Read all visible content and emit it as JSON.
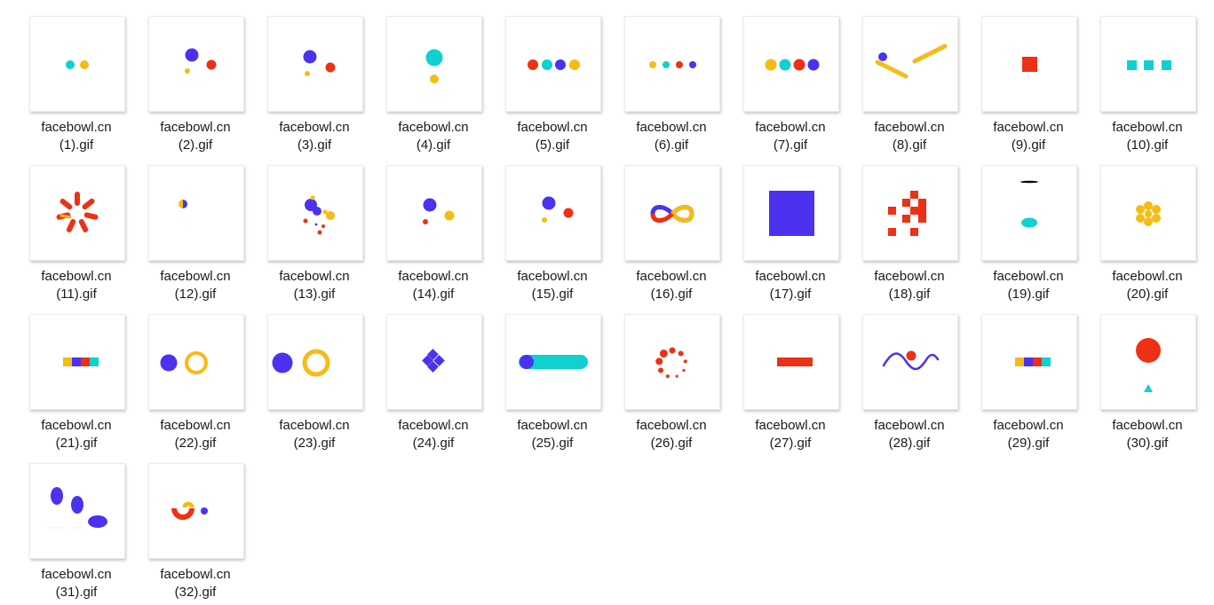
{
  "colors": {
    "blue": "#4a32f0",
    "red": "#ee3014",
    "yellow": "#f6bb14",
    "teal": "#10d0d0",
    "dark": "#000000"
  },
  "files": [
    {
      "name": "facebowl.cn",
      "suffix": "(1).gif",
      "icon": "two-dots-icon"
    },
    {
      "name": "facebowl.cn",
      "suffix": "(2).gif",
      "icon": "three-dots-icon"
    },
    {
      "name": "facebowl.cn",
      "suffix": "(3).gif",
      "icon": "three-dots-icon"
    },
    {
      "name": "facebowl.cn",
      "suffix": "(4).gif",
      "icon": "bouncing-ball-icon"
    },
    {
      "name": "facebowl.cn",
      "suffix": "(5).gif",
      "icon": "four-dots-icon"
    },
    {
      "name": "facebowl.cn",
      "suffix": "(6).gif",
      "icon": "four-small-dots-icon"
    },
    {
      "name": "facebowl.cn",
      "suffix": "(7).gif",
      "icon": "four-dots-icon"
    },
    {
      "name": "facebowl.cn",
      "suffix": "(8).gif",
      "icon": "seesaw-icon"
    },
    {
      "name": "facebowl.cn",
      "suffix": "(9).gif",
      "icon": "square-icon"
    },
    {
      "name": "facebowl.cn",
      "suffix": "(10).gif",
      "icon": "three-squares-icon"
    },
    {
      "name": "facebowl.cn",
      "suffix": "(11).gif",
      "icon": "spinner-icon"
    },
    {
      "name": "facebowl.cn",
      "suffix": "(12).gif",
      "icon": "split-dot-icon"
    },
    {
      "name": "facebowl.cn",
      "suffix": "(13).gif",
      "icon": "scatter-dots-icon"
    },
    {
      "name": "facebowl.cn",
      "suffix": "(14).gif",
      "icon": "three-dots-icon"
    },
    {
      "name": "facebowl.cn",
      "suffix": "(15).gif",
      "icon": "three-dots-icon"
    },
    {
      "name": "facebowl.cn",
      "suffix": "(16).gif",
      "icon": "infinity-icon"
    },
    {
      "name": "facebowl.cn",
      "suffix": "(17).gif",
      "icon": "big-square-icon"
    },
    {
      "name": "facebowl.cn",
      "suffix": "(18).gif",
      "icon": "pixel-blocks-icon"
    },
    {
      "name": "facebowl.cn",
      "suffix": "(19).gif",
      "icon": "drop-icon"
    },
    {
      "name": "facebowl.cn",
      "suffix": "(20).gif",
      "icon": "flower-icon"
    },
    {
      "name": "facebowl.cn",
      "suffix": "(21).gif",
      "icon": "color-bar-icon"
    },
    {
      "name": "facebowl.cn",
      "suffix": "(22).gif",
      "icon": "dot-ring-icon"
    },
    {
      "name": "facebowl.cn",
      "suffix": "(23).gif",
      "icon": "dot-ring-icon"
    },
    {
      "name": "facebowl.cn",
      "suffix": "(24).gif",
      "icon": "diamond-icon"
    },
    {
      "name": "facebowl.cn",
      "suffix": "(25).gif",
      "icon": "progress-pill-icon"
    },
    {
      "name": "facebowl.cn",
      "suffix": "(26).gif",
      "icon": "dotted-circle-icon"
    },
    {
      "name": "facebowl.cn",
      "suffix": "(27).gif",
      "icon": "red-squares-icon"
    },
    {
      "name": "facebowl.cn",
      "suffix": "(28).gif",
      "icon": "wave-icon"
    },
    {
      "name": "facebowl.cn",
      "suffix": "(29).gif",
      "icon": "color-bar-icon"
    },
    {
      "name": "facebowl.cn",
      "suffix": "(30).gif",
      "icon": "ball-triangle-icon"
    },
    {
      "name": "facebowl.cn",
      "suffix": "(31).gif",
      "icon": "jumping-ovals-icon"
    },
    {
      "name": "facebowl.cn",
      "suffix": "(32).gif",
      "icon": "cup-dot-icon"
    }
  ]
}
